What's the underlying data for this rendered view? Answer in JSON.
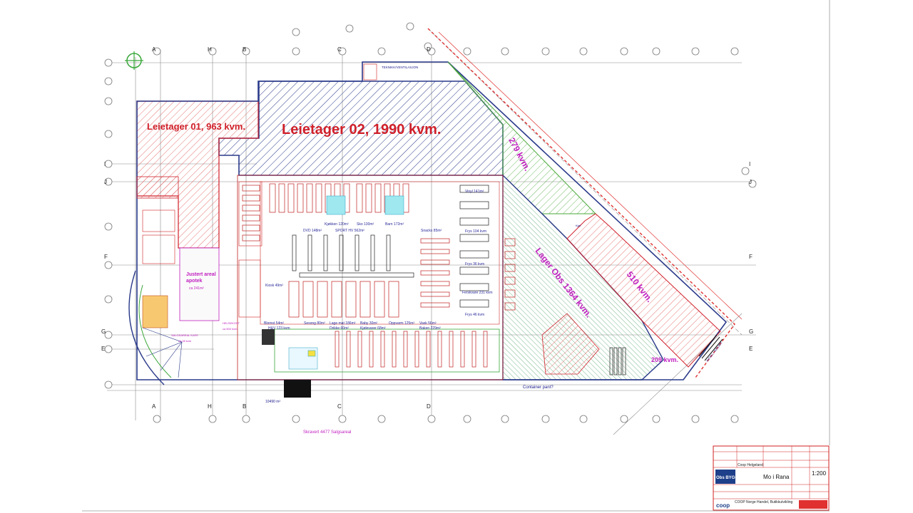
{
  "labels": {
    "tenant1": "Leietager 01, 963 kvm.",
    "tenant2": "Leietager 02, 1990 kvm.",
    "area279": "279 kvm.",
    "lager": "Lager Obs 1364 kvm.",
    "area510": "510 kvm.",
    "area209": "209 kvm.",
    "container": "Container pant?",
    "apotek1": "Justert areal",
    "apotek2": "apotek",
    "apotek3": "ca 241m²",
    "salgsareal": "Skravert 4477 Salgsareal",
    "teknikk": "TEKNIKK/VENTILASJON",
    "avfall": "AVFALL / INSLAST",
    "kjol": "Kjøl"
  },
  "departments": [
    "Kjøkken 120m²",
    "Sko 130m²",
    "Barn 172m²",
    "DVD 148m²",
    "SPORT HV 562m²",
    "Snacks 85m²",
    "Vinyl 141m²",
    "Frys 104 kvm",
    "Kiosk 49m²",
    "Frys 36 kvm",
    "Ferskvare 231 kvm",
    "Frys 46 kvm",
    "Blomst 54m²",
    "Sesong 80m²",
    "Lage mat 186m²",
    "Drikke 60m²",
    "Baby 30m²",
    "Kjølevarer 68m²",
    "Oppvarm 125m²",
    "Vask 56m²",
    "Baken 229m²",
    "H&V 123 kvm"
  ],
  "small_labels": {
    "kafe": "SALGSAREAL KAFE",
    "kafe_area": "ca 28 kvm",
    "helsekost": "HELSEKOST",
    "helsekost_area": "ca 600 kvm",
    "total": "10490 m²"
  },
  "grid_letters": {
    "top": [
      "A",
      "H",
      "B",
      "C",
      "D"
    ],
    "left": [
      "I",
      "J",
      "F",
      "G",
      "E"
    ],
    "right": [
      "I",
      "J",
      "F",
      "G",
      "E"
    ]
  },
  "title_block": {
    "project": "Coop Helgeland",
    "company": "Obs BYGG",
    "location": "Mo i Rana",
    "scale": "1:200",
    "owner": "COOP Norge Handel, Butikkutvikling",
    "logo": "coop"
  },
  "colors": {
    "red": "#d0202a",
    "navy": "#2a3a8a",
    "green": "#4aa83a",
    "magenta": "#c020c0",
    "cyan": "#20c0e0"
  }
}
